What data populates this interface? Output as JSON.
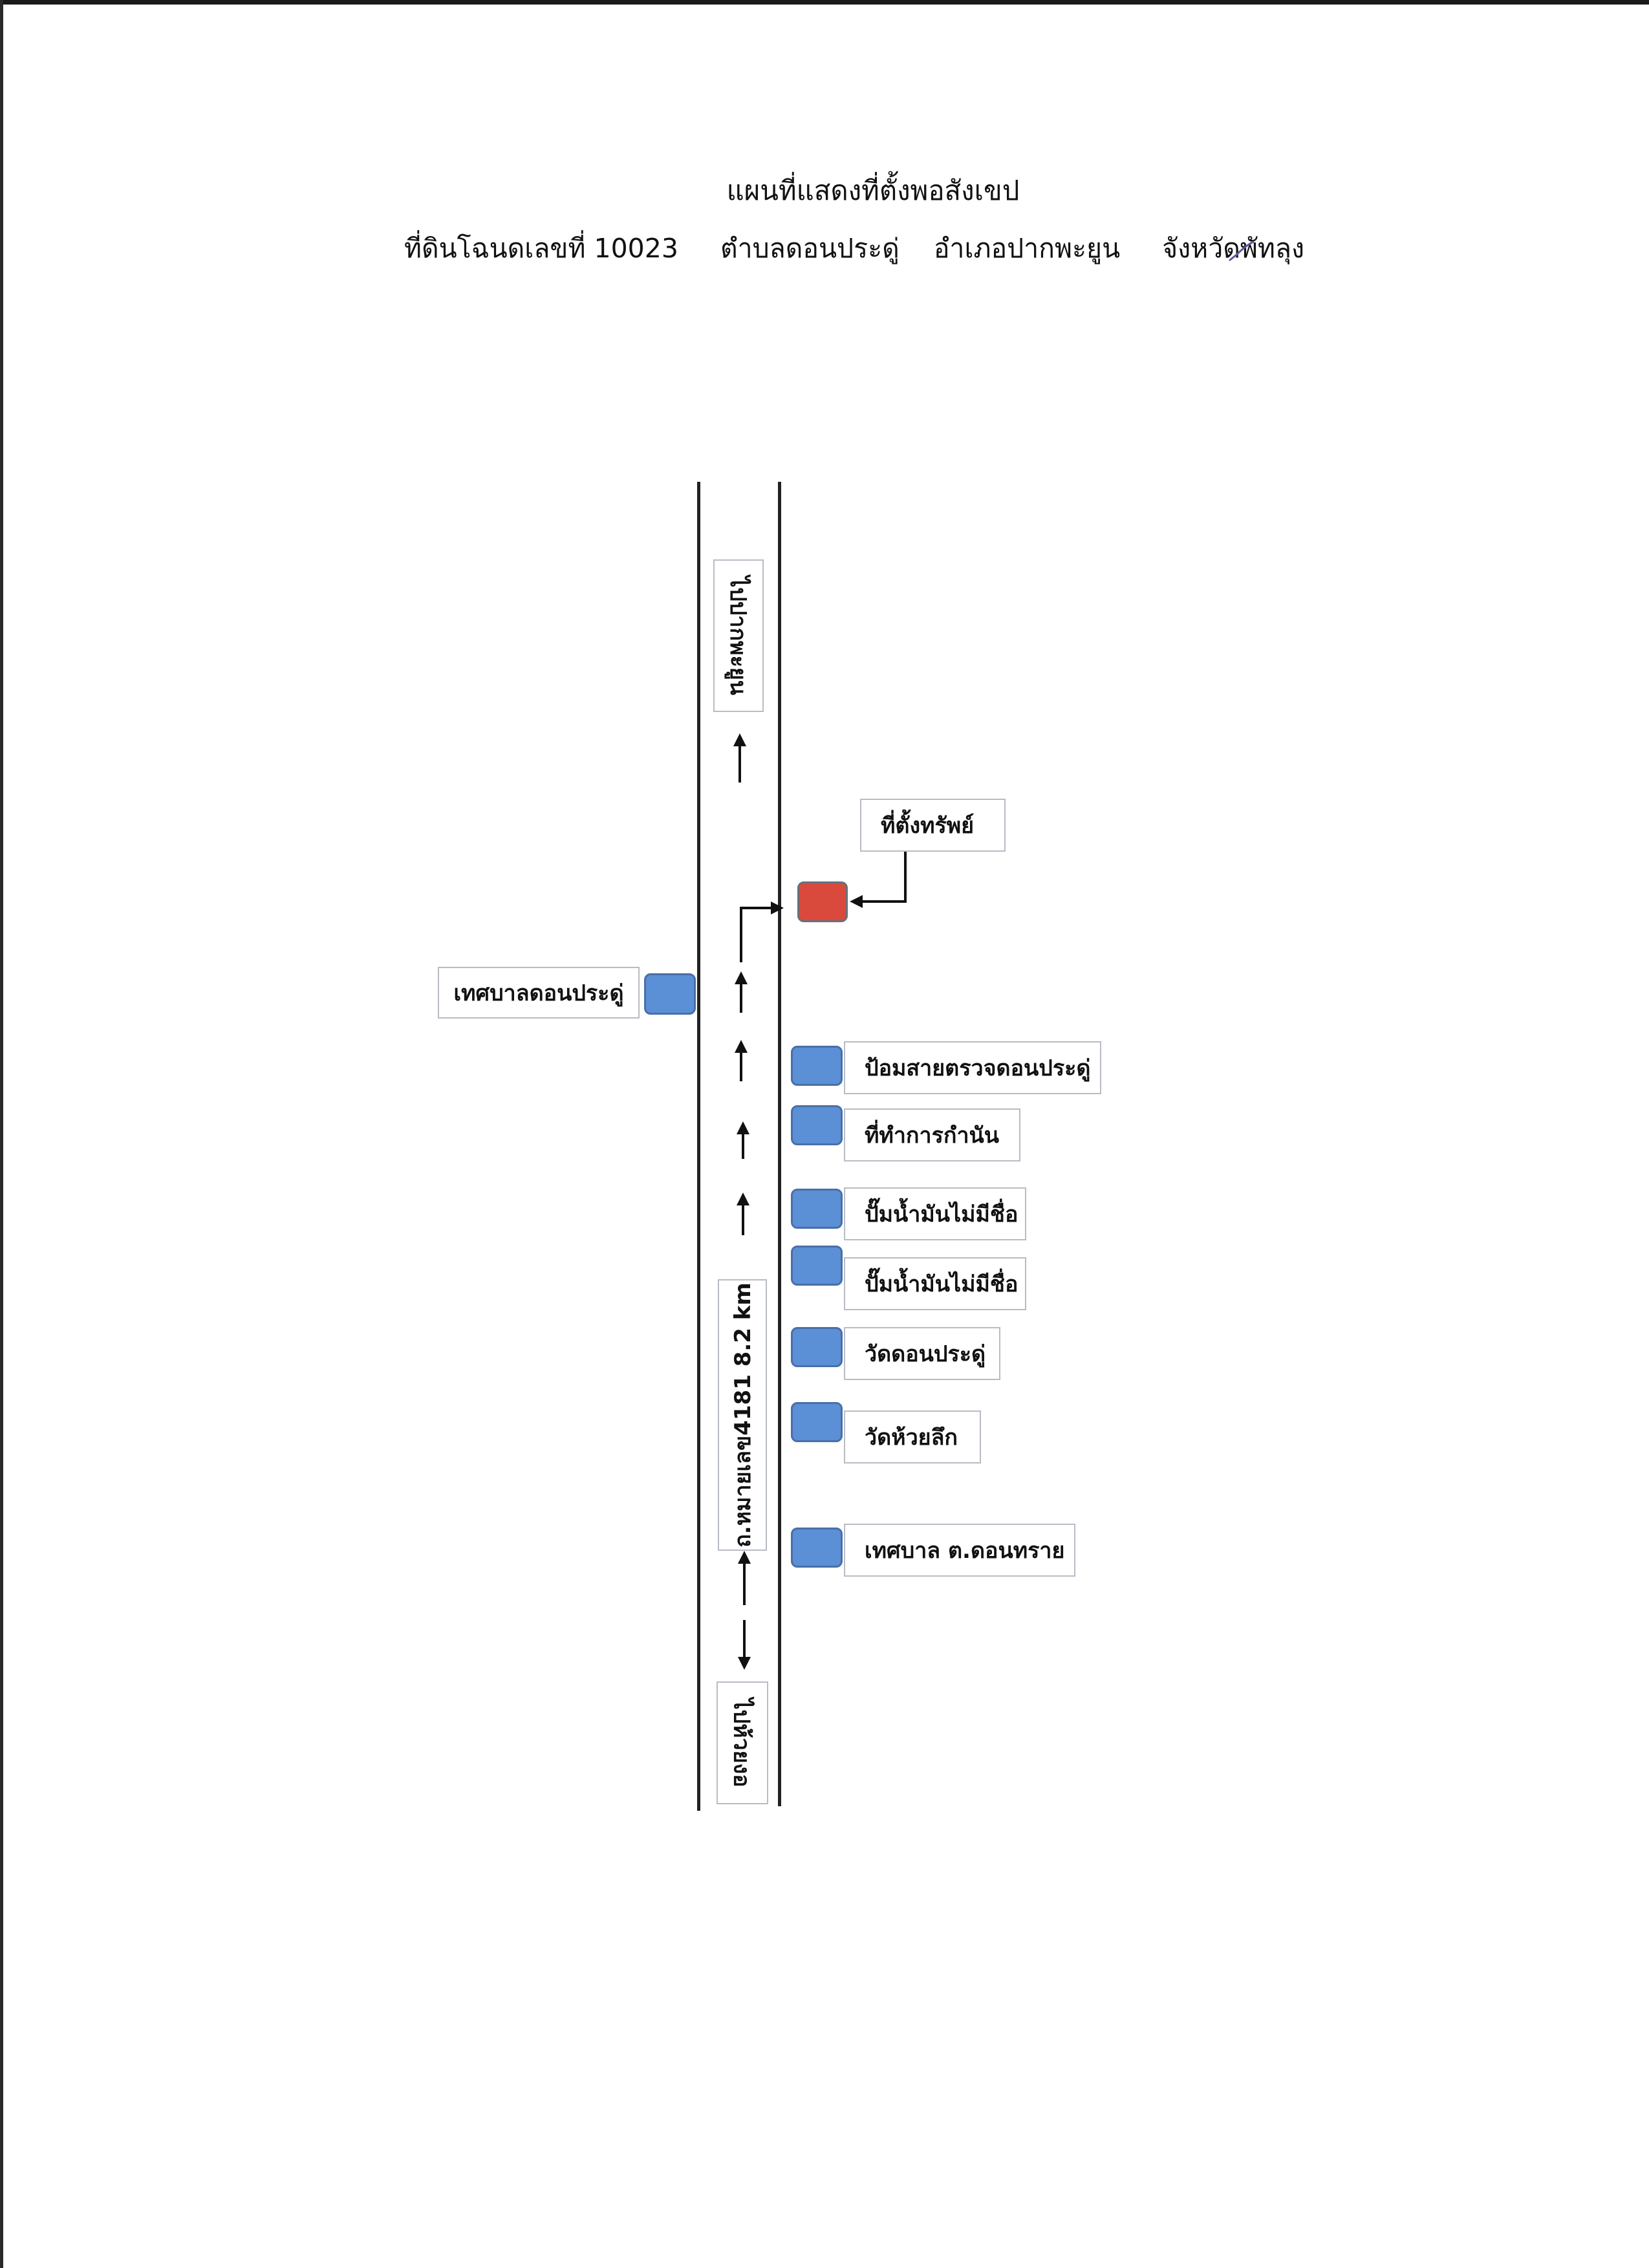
{
  "title": "แผนที่แสดงที่ตั้งพอสังเขป",
  "subtitle": {
    "deed": "ที่ดินโฉนดเลขที่ 10023",
    "subdistrict": "ตำบลดอนประดู่",
    "district": "อำเภอปากพะยูน",
    "province": "จังหวัดพัทลุง"
  },
  "road": {
    "north_label": "ไปปากพะยูน",
    "south_label": "ไปห้วยงอ",
    "name_label": "ถ.หมายเลข4181 8.2 km"
  },
  "property": {
    "label": "ที่ตั้งทรัพย์",
    "color": "#d94a3d"
  },
  "marker_color": "#5b8fd6",
  "landmarks_left": [
    {
      "label": "เทศบาลดอนประดู่"
    }
  ],
  "landmarks_right": [
    {
      "label": "ป้อมสายตรวจดอนประดู่"
    },
    {
      "label": "ที่ทำการกำนัน"
    },
    {
      "label": "ปั๊มน้ำมันไม่มีชื่อ"
    },
    {
      "label": "ปั๊มน้ำมันไม่มีชื่อ"
    },
    {
      "label": "วัดดอนประดู่"
    },
    {
      "label": "วัดห้วยลึก"
    },
    {
      "label": "เทศบาล ต.ดอนทราย"
    }
  ]
}
